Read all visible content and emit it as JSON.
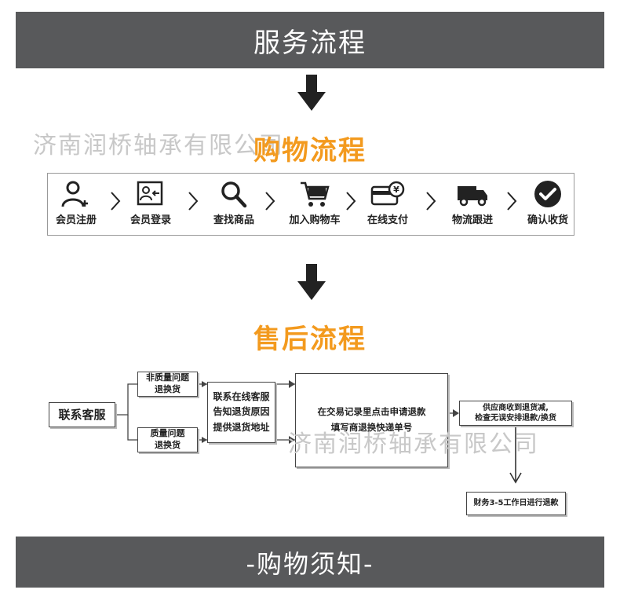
{
  "header": {
    "title": "服务流程"
  },
  "shopping": {
    "title": "购物流程",
    "steps": [
      {
        "label": "会员注册",
        "icon": "user-add-icon"
      },
      {
        "label": "会员登录",
        "icon": "login-card-icon"
      },
      {
        "label": "查找商品",
        "icon": "search-icon"
      },
      {
        "label": "加入购物车",
        "icon": "cart-icon"
      },
      {
        "label": "在线支付",
        "icon": "payment-card-icon"
      },
      {
        "label": "物流跟进",
        "icon": "truck-icon"
      },
      {
        "label": "确认收货",
        "icon": "check-circle-icon"
      }
    ]
  },
  "aftersale": {
    "title": "售后流程",
    "contact": "联系客服",
    "non_quality": "非质量问题\n退换货",
    "quality": "质量问题\n退换货",
    "notify": "联系在线客服\n告知退货原因\n提供退货地址",
    "record": "在交易记录里点击申请退款\n填写商退换快递单号",
    "supplier": "供应商收到退货减,\n检查无误安排退款/换货",
    "finance": "财务3-5工作日进行退款"
  },
  "watermark": "济南润桥轴承有限公司",
  "footer": {
    "title": "-购物须知-"
  },
  "colors": {
    "banner": "#58595b",
    "accent": "#f39a1e"
  }
}
